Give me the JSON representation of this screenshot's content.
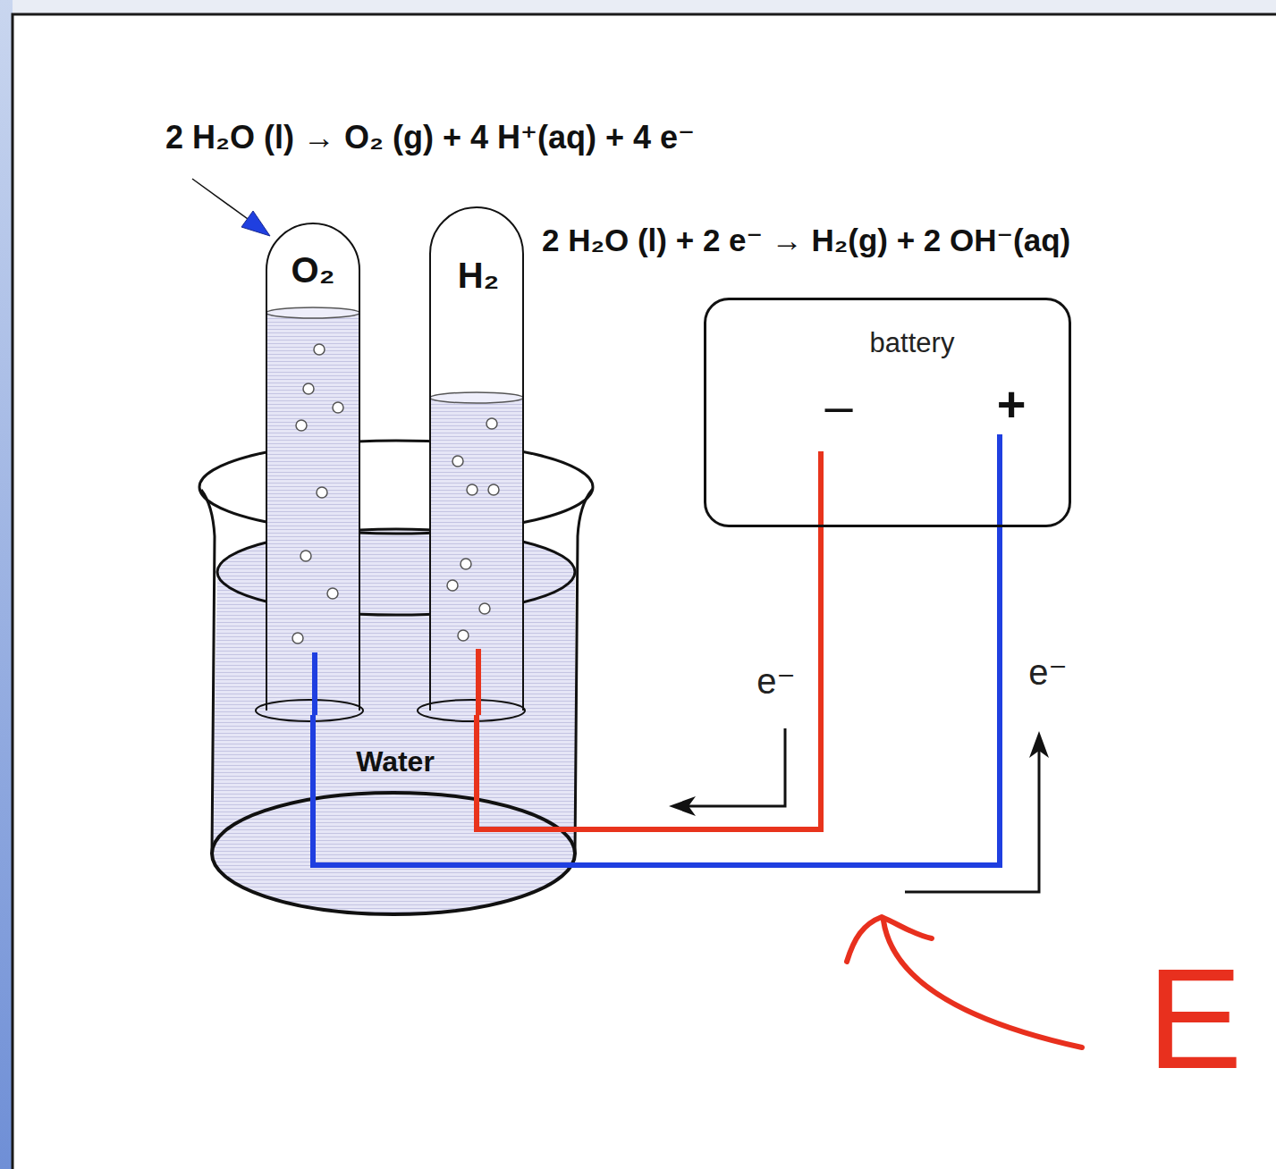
{
  "diagram": {
    "nodes": [
      {
        "text": [
          "O₂"
        ]
      },
      {
        "text": [
          "H₂"
        ]
      },
      {
        "text": [
          "battery",
          "–",
          "+"
        ]
      },
      {
        "text": [
          "Water"
        ]
      }
    ],
    "edges": [
      {
        "from": 2,
        "to": 1,
        "arrow": "none"
      },
      {
        "from": 2,
        "to": 0,
        "arrow": "none"
      }
    ],
    "labels": [
      "2 H₂O (l) → O₂ (g) + 4 H⁺(aq) + 4 e⁻",
      "2 H₂O (l) + 2 e⁻ → H₂(g) + 2 OH⁻(aq)",
      "e⁻",
      "e⁻",
      "E"
    ]
  }
}
